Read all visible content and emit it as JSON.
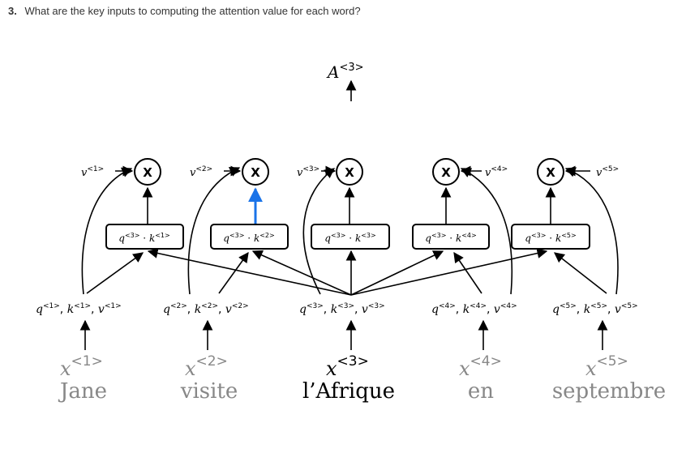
{
  "question": {
    "number": "3.",
    "text": "What are the key inputs to computing the attention value for each word?"
  },
  "diagram": {
    "output": {
      "var": "A",
      "sup": "<3>"
    },
    "multiply_symbol": "X",
    "values": [
      {
        "var": "v",
        "sup": "<1>"
      },
      {
        "var": "v",
        "sup": "<2>"
      },
      {
        "var": "v",
        "sup": "<3>"
      },
      {
        "var": "v",
        "sup": "<4>"
      },
      {
        "var": "v",
        "sup": "<5>"
      }
    ],
    "scores": [
      {
        "q": "q",
        "qsup": "<3>",
        "dot": "·",
        "k": "k",
        "ksup": "<1>"
      },
      {
        "q": "q",
        "qsup": "<3>",
        "dot": "·",
        "k": "k",
        "ksup": "<2>"
      },
      {
        "q": "q",
        "qsup": "<3>",
        "dot": "·",
        "k": "k",
        "ksup": "<3>"
      },
      {
        "q": "q",
        "qsup": "<3>",
        "dot": "·",
        "k": "k",
        "ksup": "<4>"
      },
      {
        "q": "q",
        "qsup": "<3>",
        "dot": "·",
        "k": "k",
        "ksup": "<5>"
      }
    ],
    "qkv": [
      {
        "q": "q",
        "k": "k",
        "v": "v",
        "sup": "<1>",
        "sep": ","
      },
      {
        "q": "q",
        "k": "k",
        "v": "v",
        "sup": "<2>",
        "sep": ","
      },
      {
        "q": "q",
        "k": "k",
        "v": "v",
        "sup": "<3>",
        "sep": ","
      },
      {
        "q": "q",
        "k": "k",
        "v": "v",
        "sup": "<4>",
        "sep": ","
      },
      {
        "q": "q",
        "k": "k",
        "v": "v",
        "sup": "<5>",
        "sep": ","
      }
    ],
    "inputs": [
      {
        "var": "x",
        "sup": "<1>",
        "word": "Jane"
      },
      {
        "var": "x",
        "sup": "<2>",
        "word": "visite"
      },
      {
        "var": "x",
        "sup": "<3>",
        "word": "l’Afrique"
      },
      {
        "var": "x",
        "sup": "<4>",
        "word": "en"
      },
      {
        "var": "x",
        "sup": "<5>",
        "word": "septembre"
      }
    ],
    "colors": {
      "highlight_arrow": "#1a73e8",
      "inactive_text": "#888888",
      "active_text": "#000000"
    }
  }
}
